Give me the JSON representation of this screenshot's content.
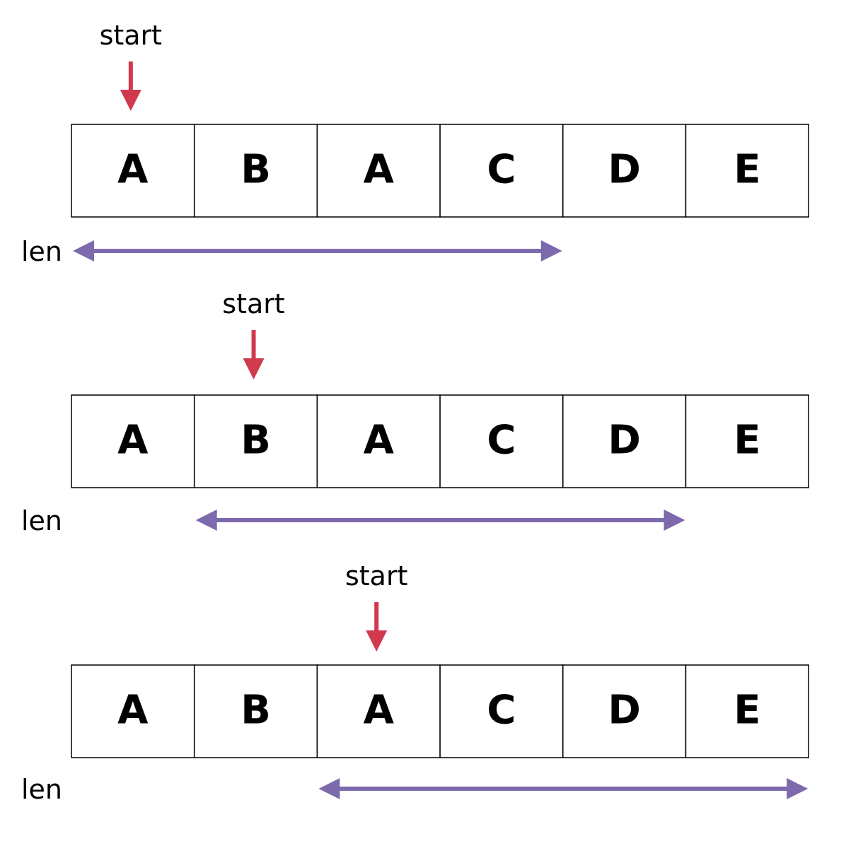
{
  "cells": [
    "A",
    "B",
    "A",
    "C",
    "D",
    "E"
  ],
  "colors": {
    "start_arrow": "#d1394e",
    "len_arrow": "#7d6aac",
    "cell_border": "#000000",
    "text": "#000000"
  },
  "rows": [
    {
      "start_label": "start",
      "start_index": 0,
      "len_label": "len",
      "window_start": 0,
      "window_end": 4
    },
    {
      "start_label": "start",
      "start_index": 1,
      "len_label": "len",
      "window_start": 1,
      "window_end": 5
    },
    {
      "start_label": "start",
      "start_index": 2,
      "len_label": "len",
      "window_start": 2,
      "window_end": 6
    }
  ]
}
